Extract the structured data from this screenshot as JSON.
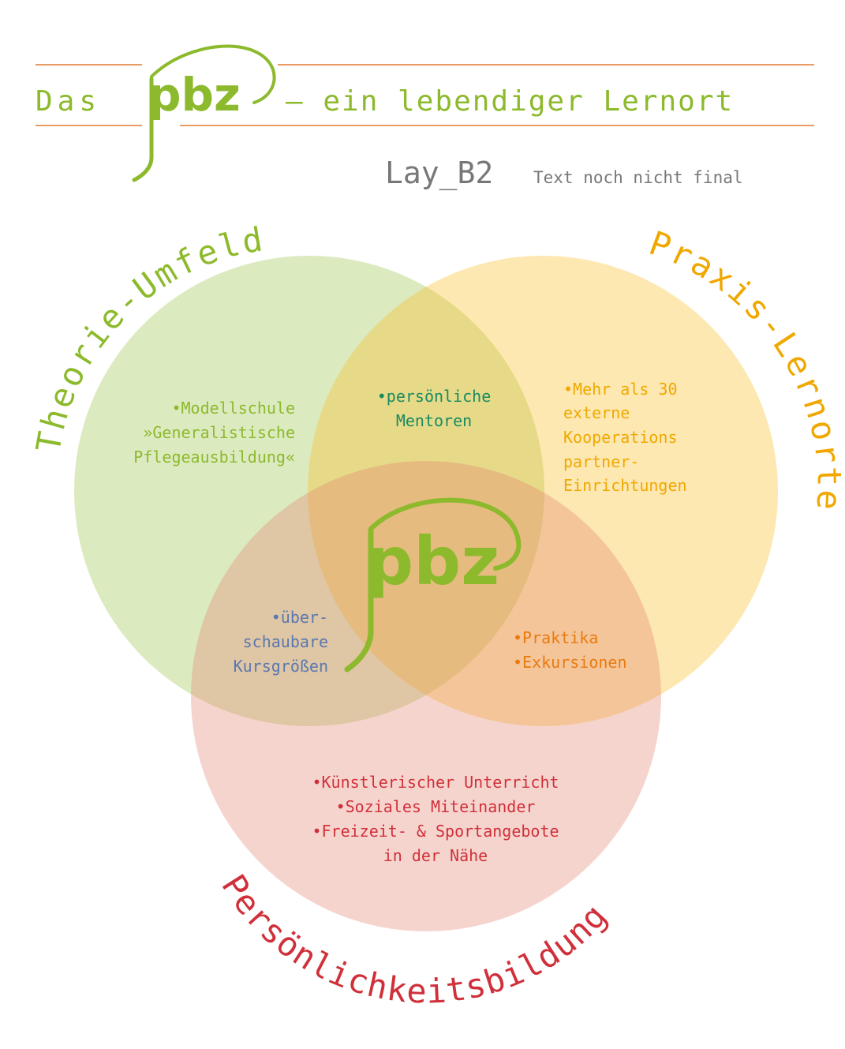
{
  "header": {
    "title_prefix": "Das",
    "logo_text": "pbz",
    "title_suffix": "– ein lebendiger Lernort"
  },
  "draft": {
    "label": "Lay_B2",
    "note": "Text noch nicht final"
  },
  "colors": {
    "green": "#8cba2c",
    "orange": "#f0a800",
    "red": "#d0303a",
    "rule": "#e07a30",
    "teal": "#1a8a60",
    "blue": "#5a78b0",
    "deep_orange": "#e87a10",
    "gray": "#777777"
  },
  "circles": {
    "theory": {
      "title": "Theorie-Umfeld",
      "items": [
        "•Modellschule",
        "»Generalistische",
        "Pflegeausbildung«"
      ]
    },
    "practice": {
      "title": "Praxis-Lernorte",
      "items": [
        "•Mehr als 30",
        "externe",
        "Kooperations",
        "partner-",
        "Einrichtungen"
      ]
    },
    "personality": {
      "title": "Persönlichkeitsbildung",
      "items": [
        "•Künstlerischer Unterricht",
        "•Soziales Miteinander",
        "•Freizeit- & Sportangebote",
        "in der Nähe"
      ]
    }
  },
  "overlaps": {
    "theory_practice": [
      "•persönliche",
      "Mentoren"
    ],
    "theory_personality": [
      "•über-",
      "schaubare",
      "Kursgrößen"
    ],
    "practice_personality": [
      "•Praktika",
      "•Exkursionen"
    ]
  },
  "center_logo": "pbz"
}
